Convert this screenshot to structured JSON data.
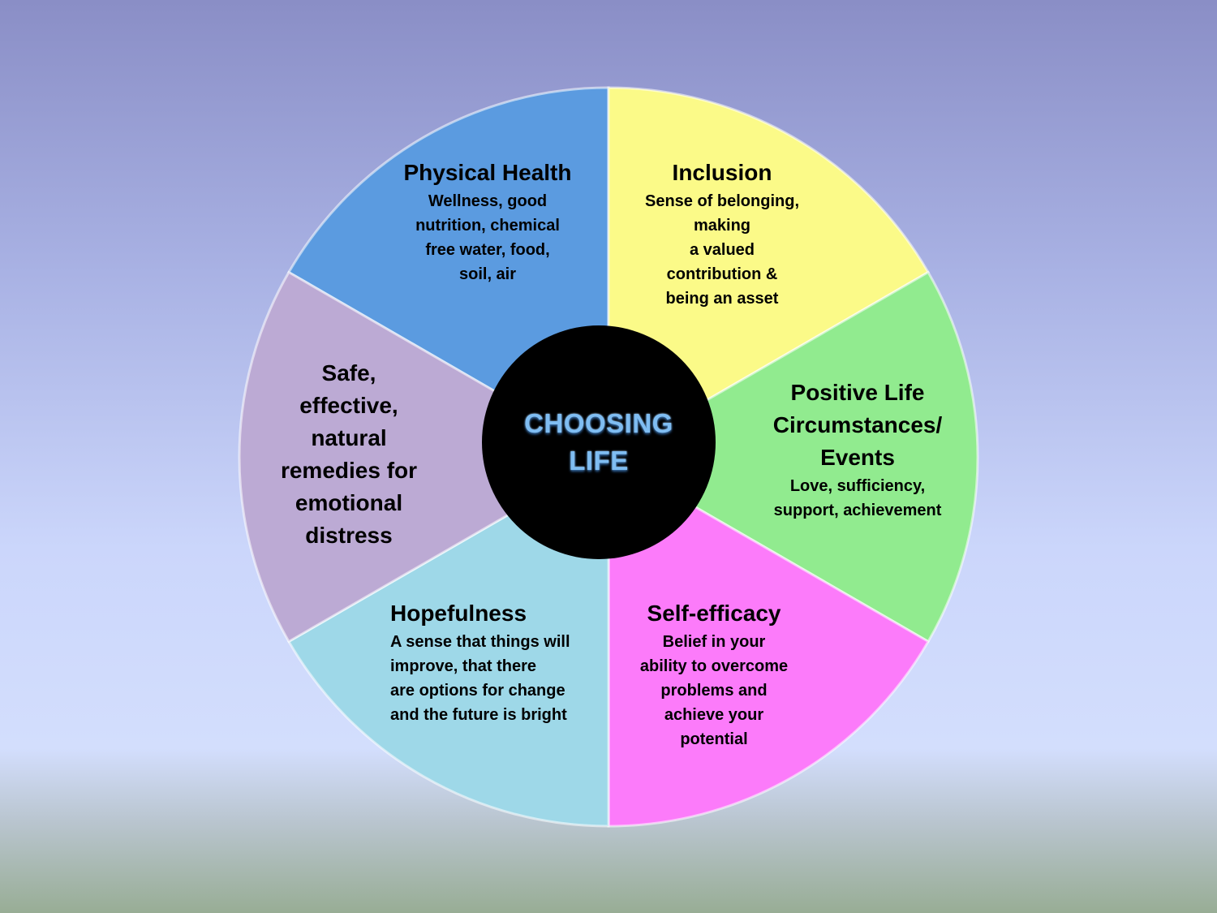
{
  "center": {
    "line1": "CHOOSING",
    "line2": "LIFE"
  },
  "segments": [
    {
      "id": "physical-health",
      "color": "#5b9be0",
      "title": [
        "Physical Health"
      ],
      "body": [
        "Wellness, good",
        "nutrition, chemical",
        "free water, food,",
        "soil, air"
      ]
    },
    {
      "id": "inclusion",
      "color": "#fbfa88",
      "title": [
        "Inclusion"
      ],
      "body": [
        "Sense of belonging,",
        "making",
        "a valued",
        "contribution &",
        "being an asset"
      ]
    },
    {
      "id": "positive-life",
      "color": "#91eb8f",
      "title": [
        "Positive Life",
        "Circumstances/",
        "Events"
      ],
      "body": [
        "Love, sufficiency,",
        "support, achievement"
      ]
    },
    {
      "id": "self-efficacy",
      "color": "#fc7bfa",
      "title": [
        "Self-efficacy"
      ],
      "body": [
        "Belief in your",
        "ability to overcome",
        "problems and",
        "achieve your",
        "potential"
      ]
    },
    {
      "id": "hopefulness",
      "color": "#9ed8e8",
      "title": [
        "Hopefulness"
      ],
      "body": [
        "A sense that things will",
        "improve, that there",
        "are options for change",
        "and the future is bright"
      ]
    },
    {
      "id": "safe-remedies",
      "color": "#bcaad4",
      "title": [
        "Safe,",
        "effective,",
        "natural",
        "remedies for",
        "emotional",
        "distress"
      ],
      "body": []
    }
  ]
}
